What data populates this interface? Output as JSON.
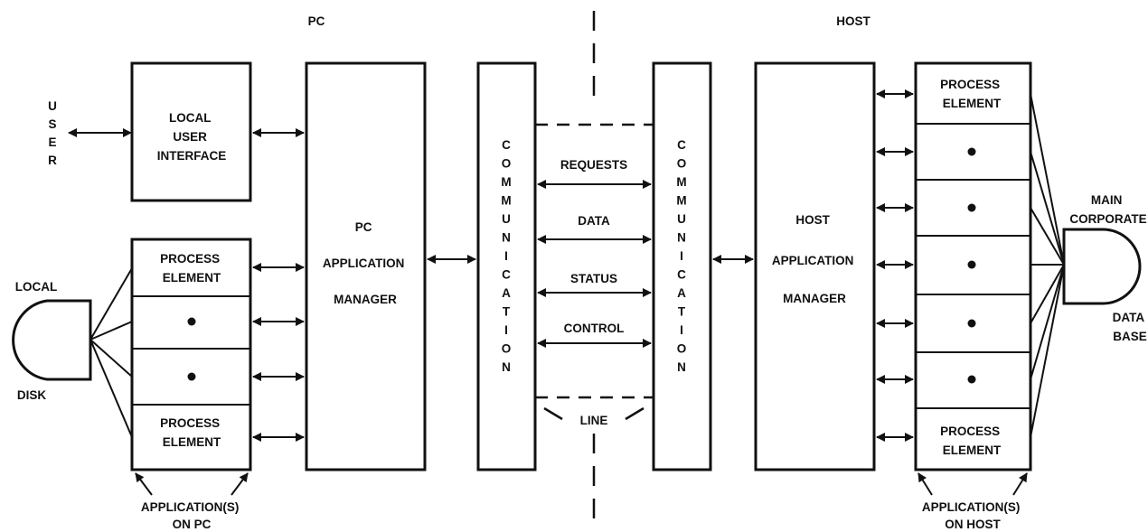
{
  "diagram": {
    "header_pc": "PC",
    "header_host": "HOST",
    "user": "USER",
    "local_user_interface": [
      "LOCAL",
      "USER",
      "INTERFACE"
    ],
    "pc_app_manager": [
      "PC",
      "APPLICATION",
      "MANAGER"
    ],
    "host_app_manager": [
      "HOST",
      "APPLICATION",
      "MANAGER"
    ],
    "communication": "COMMUNICATION",
    "process_element": [
      "PROCESS",
      "ELEMENT"
    ],
    "local_disk": [
      "LOCAL",
      "DISK"
    ],
    "main_db": [
      "MAIN",
      "CORPORATE",
      "DATA",
      "BASE"
    ],
    "line_labels": [
      "REQUESTS",
      "DATA",
      "STATUS",
      "CONTROL"
    ],
    "line": "LINE",
    "app_pc": [
      "APPLICATION(S)",
      "ON PC"
    ],
    "app_host": [
      "APPLICATION(S)",
      "ON HOST"
    ]
  }
}
